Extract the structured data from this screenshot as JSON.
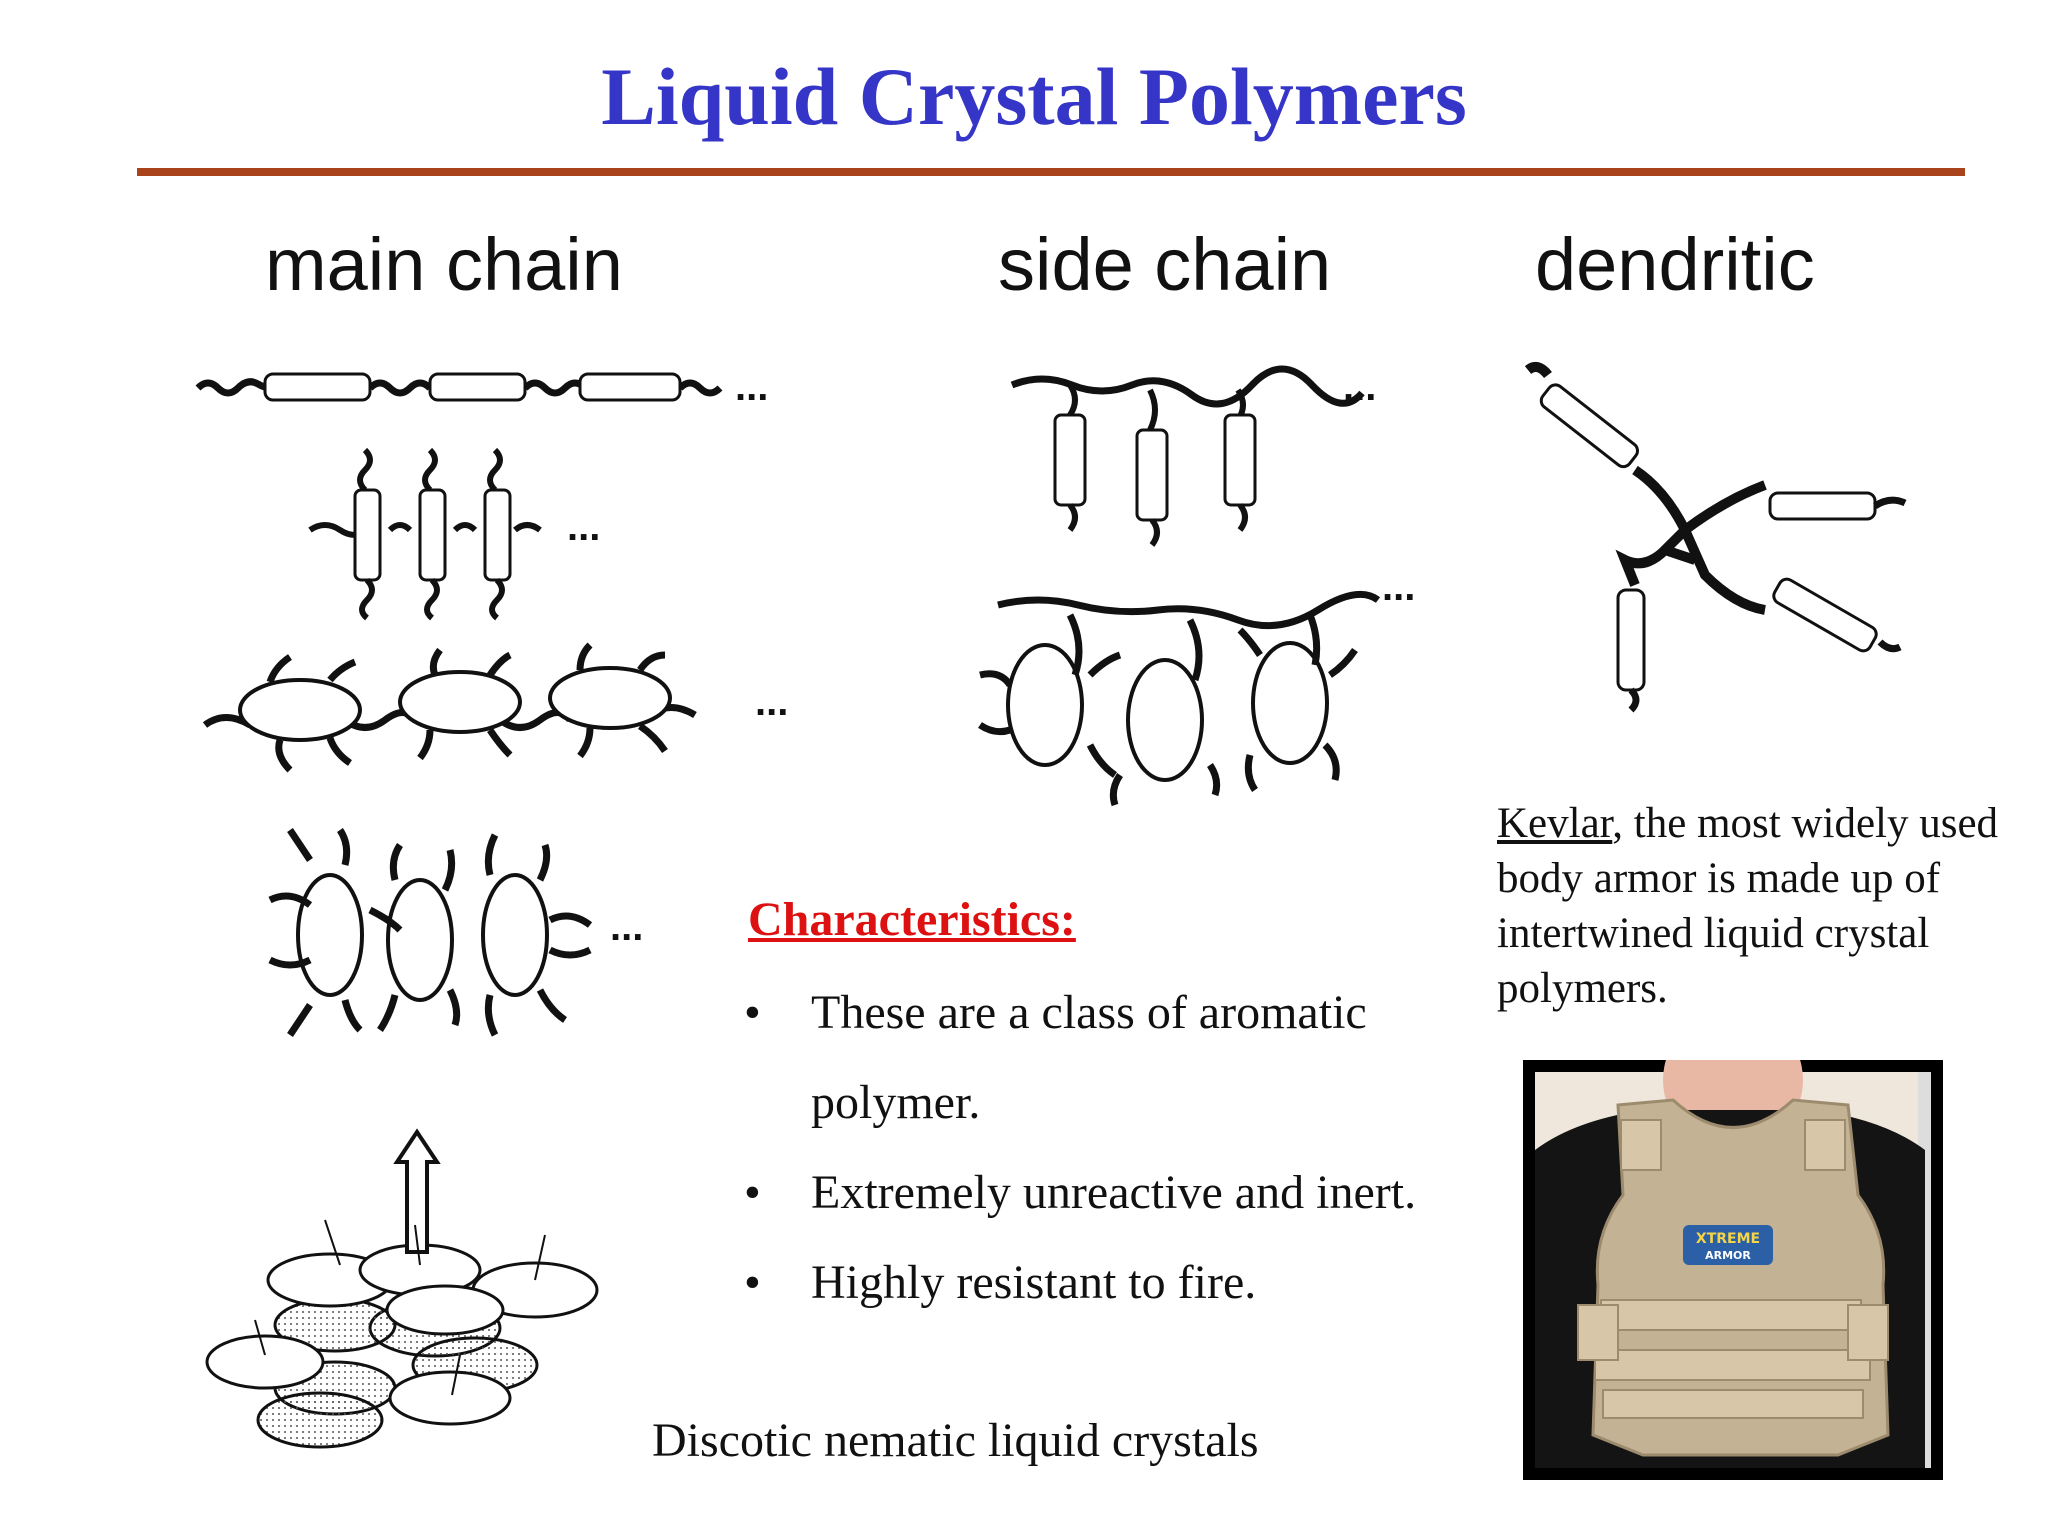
{
  "title": "Liquid Crystal Polymers",
  "column_headers": {
    "main_chain": "main chain",
    "side_chain": "side chain",
    "dendritic": "dendritic"
  },
  "ellipsis": "...",
  "characteristics": {
    "heading": "Characteristics:",
    "bullet_symbol": "•",
    "items": [
      "These are a class of aromatic polymer.",
      "Extremely unreactive and inert.",
      "Highly resistant to fire."
    ]
  },
  "discotic_caption": "Discotic nematic liquid crystals",
  "kevlar": {
    "link_word": "Kevlar",
    "rest": ", the most widely used body armor is made up of intertwined liquid crystal polymers."
  },
  "vest_badge": {
    "line1": "XTREME",
    "line2": "ARMOR"
  },
  "colors": {
    "title": "#3535c8",
    "rule": "#a8431b",
    "heading": "#dd1111",
    "text": "#111111"
  }
}
